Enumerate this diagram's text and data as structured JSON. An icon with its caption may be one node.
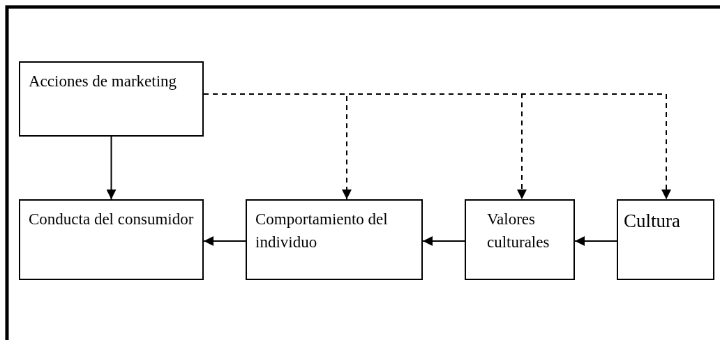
{
  "diagram": {
    "nodes": [
      {
        "text": [
          "Acciones de marketing"
        ]
      },
      {
        "text": [
          "Conducta del consumidor"
        ]
      },
      {
        "text": [
          "Comportamiento del individuo"
        ]
      },
      {
        "text": [
          "Valores culturales"
        ]
      },
      {
        "text": [
          "Cultura"
        ]
      }
    ],
    "edges": [
      {
        "from": 0,
        "to": 1,
        "arrow": "to"
      },
      {
        "from": 0,
        "to": 2,
        "arrow": "to",
        "style": "dashed"
      },
      {
        "from": 0,
        "to": 3,
        "arrow": "to",
        "style": "dashed"
      },
      {
        "from": 0,
        "to": 4,
        "arrow": "to",
        "style": "dashed"
      },
      {
        "from": 4,
        "to": 3,
        "arrow": "to"
      },
      {
        "from": 3,
        "to": 2,
        "arrow": "to"
      },
      {
        "from": 2,
        "to": 1,
        "arrow": "to"
      }
    ]
  }
}
